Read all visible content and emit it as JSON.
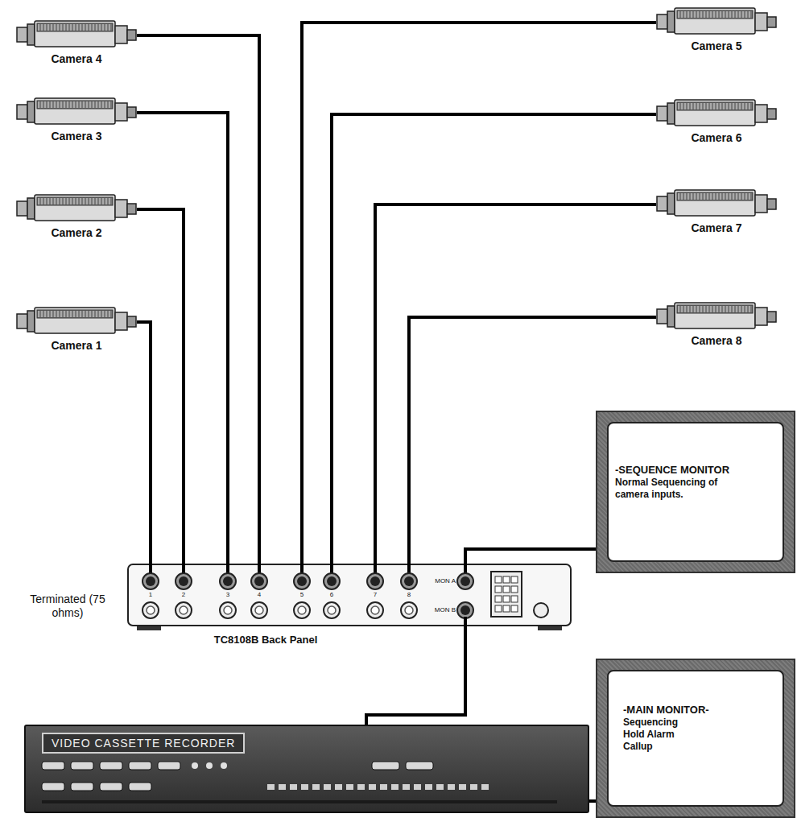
{
  "diagram": {
    "nodes": [
      {
        "text": [
          "Camera 4"
        ]
      },
      {
        "text": [
          "Camera 5"
        ]
      },
      {
        "text": [
          "Camera 3"
        ]
      },
      {
        "text": [
          "Camera 6"
        ]
      },
      {
        "text": [
          "Camera 2"
        ]
      },
      {
        "text": [
          "Camera 7"
        ]
      },
      {
        "text": [
          "Camera 1"
        ]
      },
      {
        "text": [
          "Camera 8"
        ]
      },
      {
        "text": [
          "-SEQUENCE MONITOR",
          "Normal Sequencing of camera inputs."
        ]
      },
      {
        "text": [
          "TC8108B Back Panel"
        ]
      },
      {
        "text": [
          "-MAIN MONITOR-",
          "Sequencing Hold Alarm Callup"
        ]
      },
      {
        "text": [
          "VIDEO CASSETTE RECORDER"
        ]
      }
    ],
    "edges": [
      {
        "from": 6,
        "to": 9,
        "arrow": "none"
      },
      {
        "from": 4,
        "to": 9,
        "arrow": "none"
      },
      {
        "from": 2,
        "to": 9,
        "arrow": "none"
      },
      {
        "from": 0,
        "to": 9,
        "arrow": "none"
      },
      {
        "from": 1,
        "to": 9,
        "arrow": "none"
      },
      {
        "from": 3,
        "to": 9,
        "arrow": "none"
      },
      {
        "from": 5,
        "to": 9,
        "arrow": "none"
      },
      {
        "from": 7,
        "to": 9,
        "arrow": "none"
      },
      {
        "from": 9,
        "to": 8,
        "arrow": "none"
      },
      {
        "from": 9,
        "to": 11,
        "arrow": "none"
      },
      {
        "from": 11,
        "to": 10,
        "arrow": "none"
      }
    ],
    "labels": [
      "Terminated (75 ohms)",
      "1",
      "2",
      "3",
      "4",
      "5",
      "6",
      "7",
      "8",
      "MON A",
      "MON B"
    ]
  }
}
